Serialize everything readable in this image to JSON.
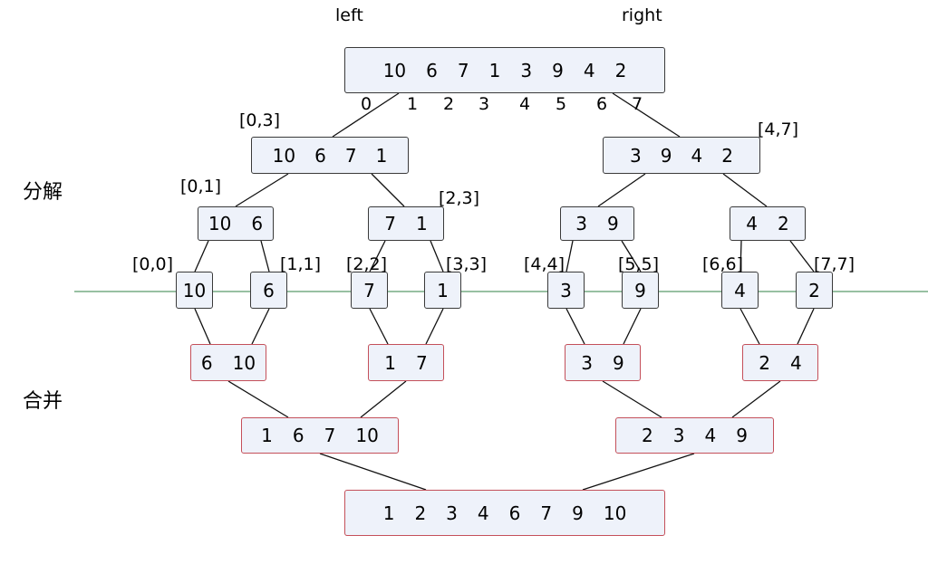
{
  "header": {
    "left_label": "left",
    "right_label": "right"
  },
  "side_labels": {
    "split": "分解",
    "merge": "合并"
  },
  "root": {
    "values": [
      10,
      6,
      7,
      1,
      3,
      9,
      4,
      2
    ],
    "indices": [
      0,
      1,
      2,
      3,
      4,
      5,
      6,
      7
    ]
  },
  "ranges": [
    "[0,3]",
    "[4,7]",
    "[0,1]",
    "[2,3]",
    "[0,0]",
    "[1,1]",
    "[2,2]",
    "[3,3]",
    "[4,4]",
    "[5,5]",
    "[6,6]",
    "[7,7]"
  ],
  "split_level1": [
    [
      10,
      6,
      7,
      1
    ],
    [
      3,
      9,
      4,
      2
    ]
  ],
  "split_level2": [
    [
      10,
      6
    ],
    [
      7,
      1
    ],
    [
      3,
      9
    ],
    [
      4,
      2
    ]
  ],
  "leaves": [
    10,
    6,
    7,
    1,
    3,
    9,
    4,
    2
  ],
  "merge_level1": [
    [
      6,
      10
    ],
    [
      1,
      7
    ],
    [
      3,
      9
    ],
    [
      2,
      4
    ]
  ],
  "merge_level2": [
    [
      1,
      6,
      7,
      10
    ],
    [
      2,
      3,
      4,
      9
    ]
  ],
  "merge_final": [
    1,
    2,
    3,
    4,
    6,
    7,
    9,
    10
  ],
  "colors": {
    "box_fill": "#eef2fa",
    "split_border": "#3a3a3a",
    "merge_border": "#c4505a",
    "divider": "#5a9a6a"
  }
}
